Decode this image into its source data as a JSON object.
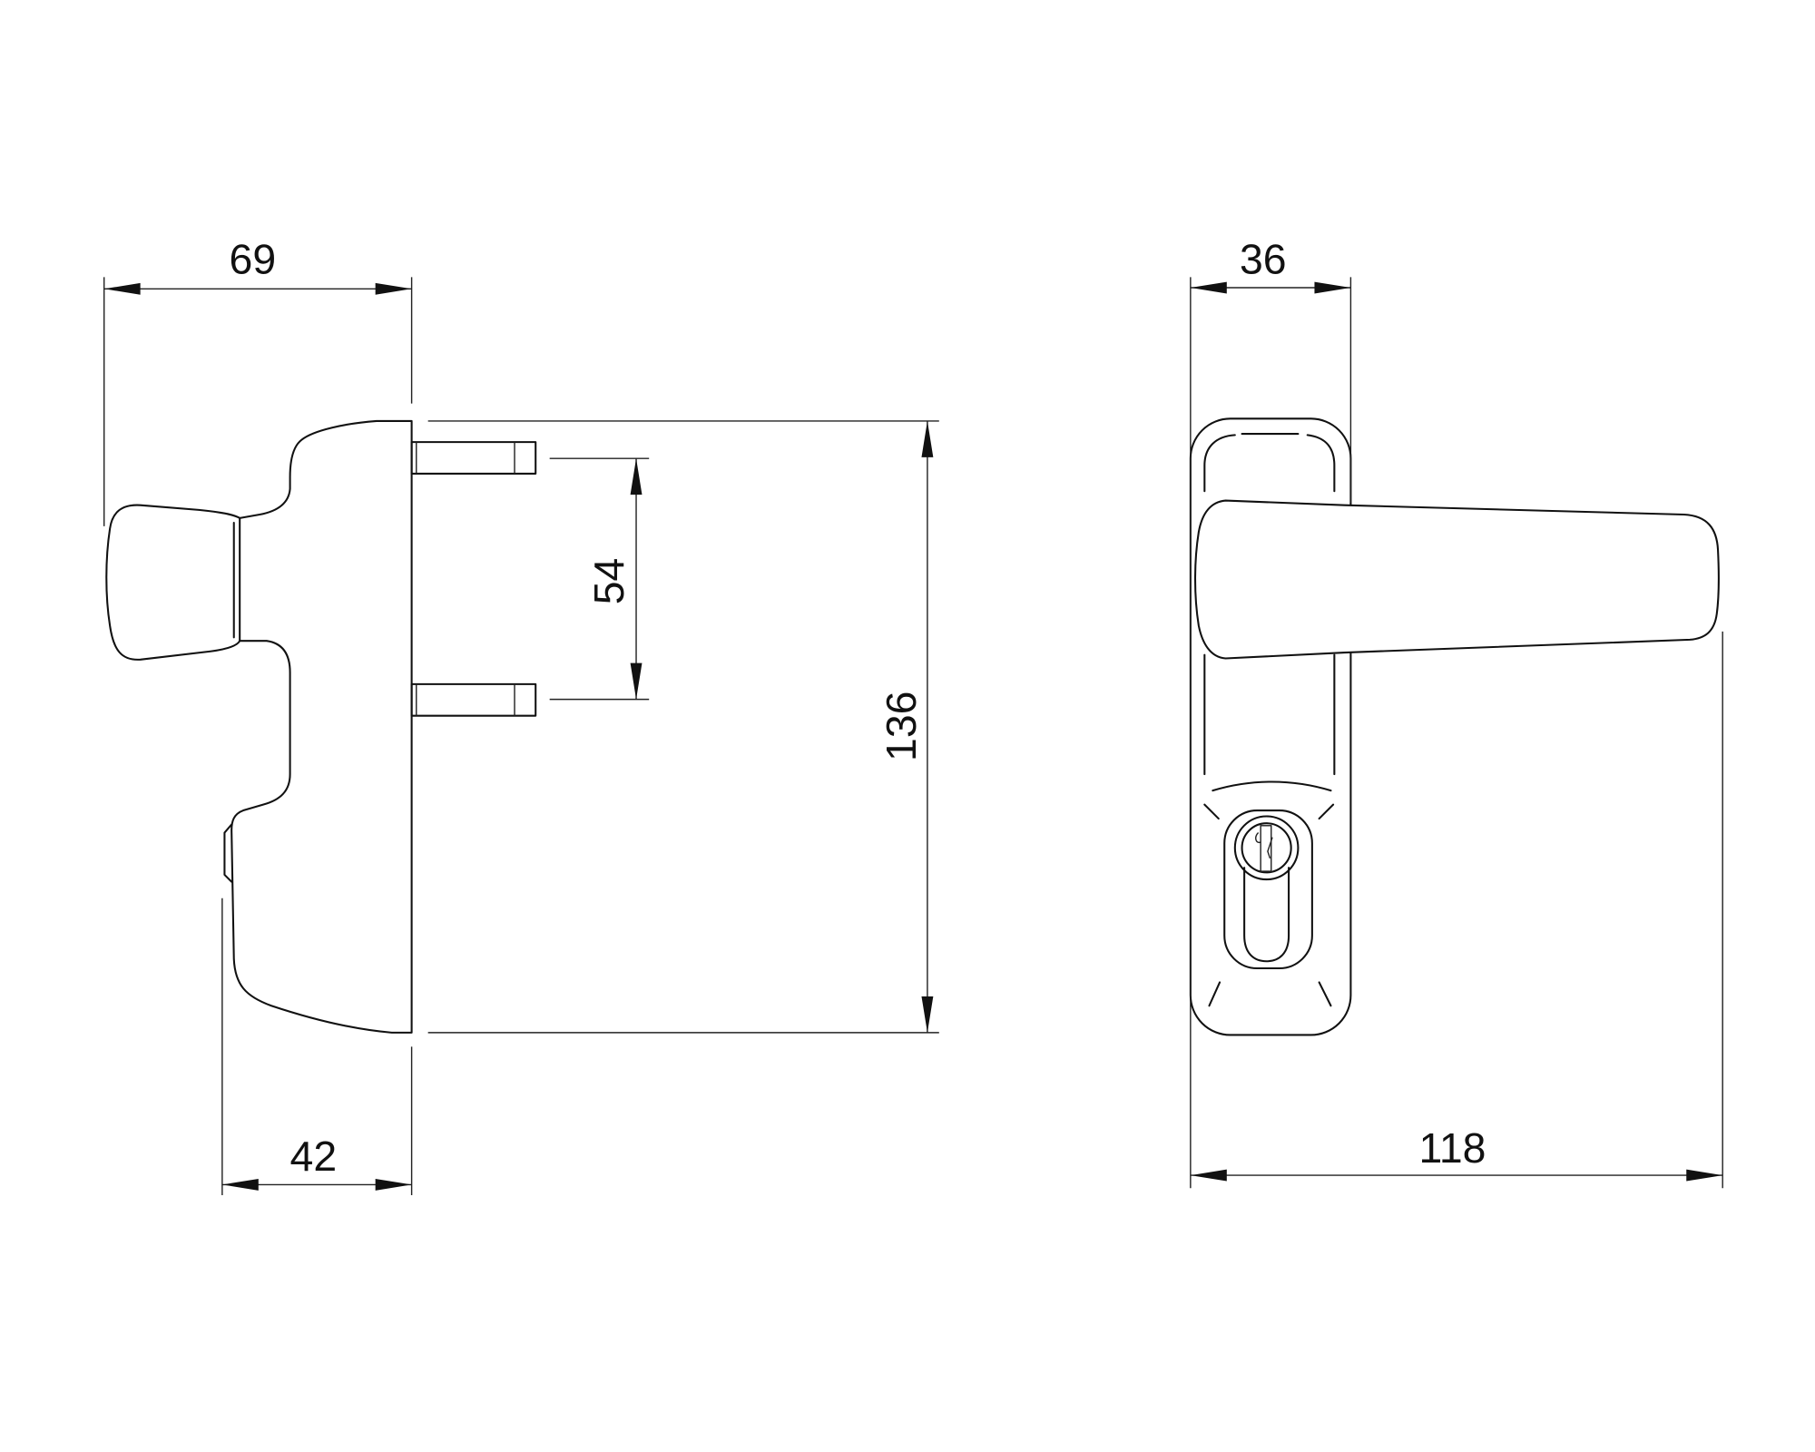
{
  "drawing": {
    "side_view": {
      "dimensions": {
        "overall_depth": "69",
        "rose_depth": "42",
        "fixing_spacing": "54",
        "height": "136"
      }
    },
    "front_view": {
      "dimensions": {
        "plate_width": "36",
        "lever_length": "118"
      }
    },
    "line_color": "#111111",
    "background_color": "#ffffff"
  }
}
